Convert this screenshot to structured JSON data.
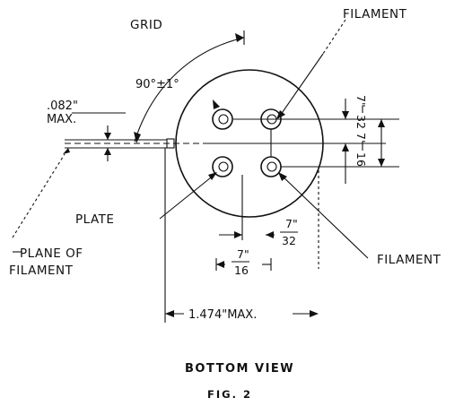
{
  "labels": {
    "grid": "GRID",
    "filament_top": "FILAMENT",
    "filament_bottom": "FILAMENT",
    "plate": "PLATE",
    "plane_line1": "PLANE OF",
    "plane_line2": "FILAMENT"
  },
  "dimensions": {
    "angle": "90°±1°",
    "lead_dia_value": ".082\"",
    "lead_dia_max": "MAX.",
    "width": "1.474\"MAX.",
    "pin_offset_v_num": "7\"",
    "pin_offset_v_den": "32",
    "pin_spacing_v_num": "7\"",
    "pin_spacing_v_den": "16",
    "pin_offset_h_num": "7\"",
    "pin_offset_h_den": "32",
    "pin_spacing_h_num": "7\"",
    "pin_spacing_h_den": "16"
  },
  "captions": {
    "view": "BOTTOM VIEW",
    "figure": "FIG. 2"
  }
}
